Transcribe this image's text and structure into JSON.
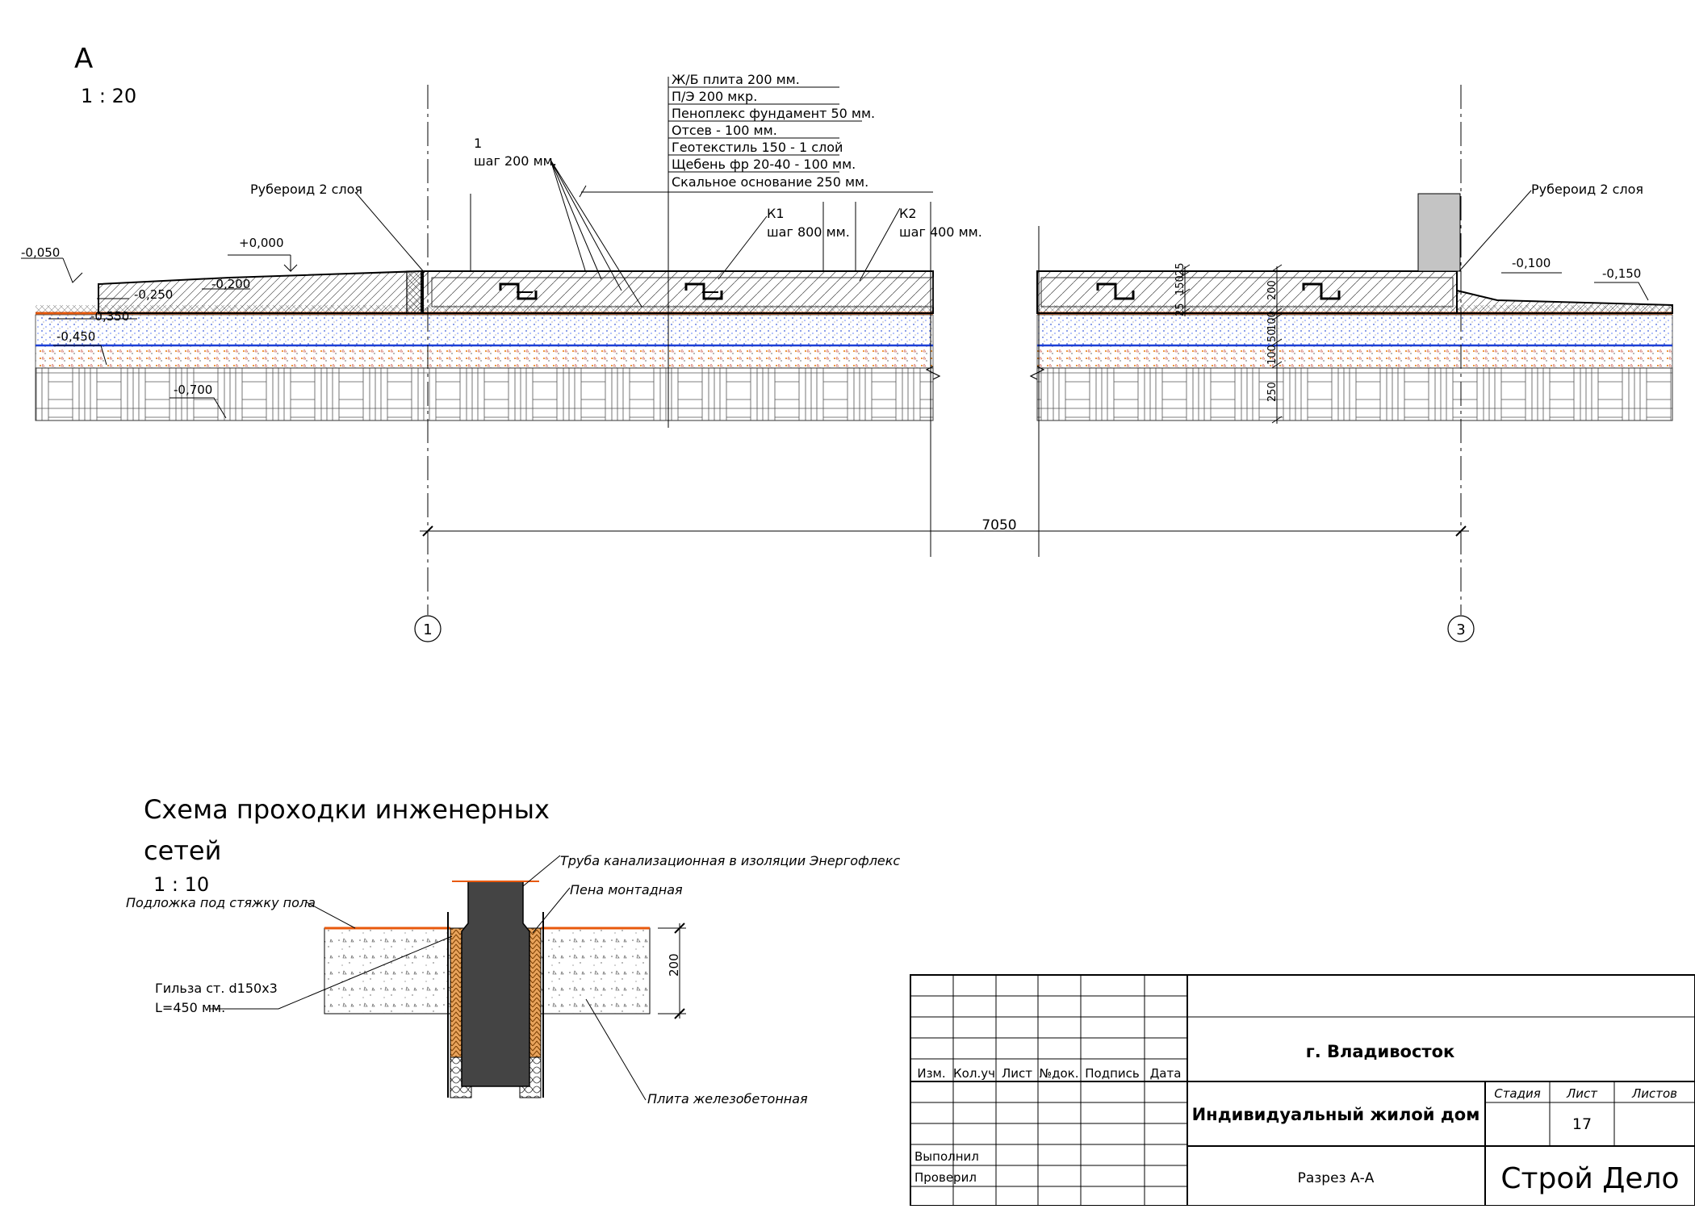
{
  "section": {
    "title": "А",
    "scale": "1 : 20",
    "layers": [
      "Ж/Б плита 200 мм.",
      "П/Э 200 мкр.",
      "Пеноплекс фундамент 50 мм.",
      "Отсев  - 100 мм.",
      "Геотекстиль 150 - 1 слой",
      "Щебень фр 20-40 - 100 мм.",
      "Скальное основание 250 мм."
    ],
    "rebar1": {
      "mark": "1",
      "step": "шаг 200 мм."
    },
    "k1": {
      "mark": "К1",
      "step": "шаг 800 мм."
    },
    "k2": {
      "mark": "К2",
      "step": "шаг 400 мм."
    },
    "ruberoid_left": "Рубероид 2 слоя",
    "ruberoid_right": "Рубероид 2 слоя",
    "levels": {
      "l_m050": "-0,050",
      "l_p000": "+0,000",
      "l_m250": "-0,250",
      "l_m200": "-0,200",
      "l_m350": "-0,350",
      "l_m450": "-0,450",
      "l_m700": "-0,700",
      "l_m100": "-0,100",
      "l_m150": "-0,150"
    },
    "dims": {
      "span": "7050",
      "d25": "25",
      "d150": "150",
      "d25b": "25",
      "d200": "200",
      "d100a": "100",
      "d50": "50",
      "d100b": "100",
      "d250": "250"
    },
    "axis_left": "1",
    "axis_right": "3"
  },
  "pass_through": {
    "title_line1": "Схема проходки инженерных",
    "title_line2": "сетей",
    "scale": "1 : 10",
    "pipe": "Труба канализационная в изоляции Энергофлекс",
    "foam": "Пена монтадная",
    "underlay": "Подложка под стяжку пола",
    "sleeve_line1": "Гильза ст. d150x3",
    "sleeve_line2": "L=450 мм.",
    "slab": "Плита железобетонная",
    "dim": "200"
  },
  "title_block": {
    "headers": [
      "Изм.",
      "Кол.уч",
      "Лист",
      "№док.",
      "Подпись",
      "Дата"
    ],
    "done_by": "Выполнил",
    "checked_by": "Проверил",
    "city": "г. Владивосток",
    "project": "Индивидуальный жилой дом",
    "sheet_title": "Разрез А-А",
    "stage_label": "Стадия",
    "sheet_label": "Лист",
    "sheets_label": "Листов",
    "sheet_number": "17",
    "company": "Строй Дело"
  }
}
